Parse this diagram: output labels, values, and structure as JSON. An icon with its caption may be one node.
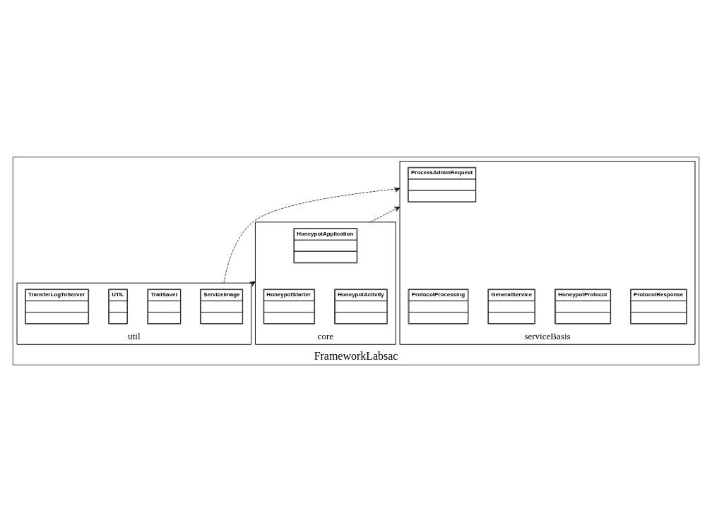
{
  "diagram": {
    "nodes": [
      {
        "text": [
          "FrameworkLabsac"
        ]
      },
      {
        "text": [
          "serviceBasis"
        ],
        "in": 0
      },
      {
        "text": [
          "ProcessAdminRequest"
        ],
        "in": 1
      },
      {
        "text": [
          "ProtocolResponse"
        ],
        "in": 1
      },
      {
        "text": [
          "HoneypotProtocol"
        ],
        "in": 1
      },
      {
        "text": [
          "GeneralService"
        ],
        "in": 1
      },
      {
        "text": [
          "ProtocolProcessing"
        ],
        "in": 1
      },
      {
        "text": [
          "core"
        ],
        "in": 0
      },
      {
        "text": [
          "HoneypotApplication"
        ],
        "in": 7
      },
      {
        "text": [
          "HoneypotActivity"
        ],
        "in": 7
      },
      {
        "text": [
          "HoneypotStarter"
        ],
        "in": 7
      },
      {
        "text": [
          "util"
        ],
        "in": 0
      },
      {
        "text": [
          "ServiceImage"
        ],
        "in": 11
      },
      {
        "text": [
          "TrallSaver"
        ],
        "in": 11
      },
      {
        "text": [
          "UTIL"
        ],
        "in": 11
      },
      {
        "text": [
          "TransferLogToServer"
        ],
        "in": 11
      }
    ],
    "edges": [
      {
        "from": 7,
        "to": 1,
        "arrow": "to",
        "style": "dashed"
      },
      {
        "from": 11,
        "to": 7,
        "arrow": "to",
        "style": "dashed"
      },
      {
        "from": 11,
        "to": 1,
        "arrow": "to",
        "style": "dashed"
      }
    ]
  }
}
